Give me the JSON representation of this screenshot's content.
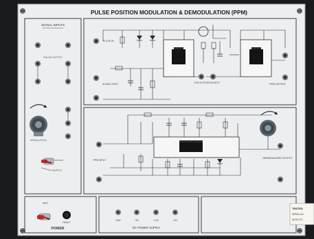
{
  "panel": {
    "title": "PULSE POSITION MODULATION & DEMODULATION (PPM)",
    "colors": {
      "background": "#1a1b1f",
      "panel": "#eceef0",
      "line": "#2a2a2a",
      "socket": "#555555",
      "knob": "#3f4a52"
    }
  },
  "left_section": {
    "header": "SIGNAL INPUTS",
    "pulse_output_label": "PULSE OUTPUT",
    "modulation_label": "MODULATION",
    "switch_label": "SWITCH"
  },
  "modulator": {
    "input_labels": [
      "PULSE IN",
      "SIGNAL INPUT"
    ],
    "mid_labels": [
      "COM OUTPUT",
      "COM INPUT"
    ],
    "output_label": "PPM OUTPUT"
  },
  "demodulator": {
    "input_label": "PPM INPUT",
    "output_label": "DEMODULATED OUTPUT"
  },
  "power": {
    "switch_state": "OFF",
    "label": "POWER",
    "reset_label": "RESET"
  },
  "dc_supply": {
    "label": "DC POWER SUPPLY",
    "terminals": [
      "GND",
      "+5V",
      "+12V",
      "-12V"
    ]
  },
  "sticker": {
    "lines": [
      "TESTED",
      "SERIAL NO",
      "DATE ETC"
    ]
  }
}
